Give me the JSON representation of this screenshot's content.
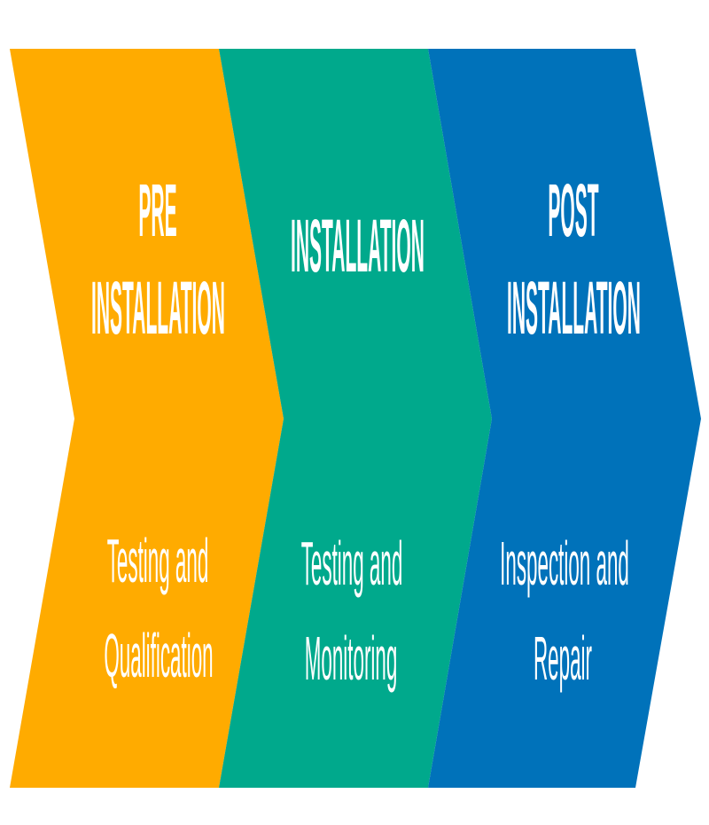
{
  "colors": {
    "pre": "#FFAB00",
    "install": "#00A98C",
    "post": "#0072BA"
  },
  "stages": [
    {
      "title_lines": [
        "PRE",
        "INSTALLATION"
      ],
      "desc_lines": [
        "Testing and",
        "Qualification"
      ]
    },
    {
      "title_lines": [
        "INSTALLATION"
      ],
      "desc_lines": [
        "Testing and",
        "Monitoring"
      ]
    },
    {
      "title_lines": [
        "POST",
        "INSTALLATION"
      ],
      "desc_lines": [
        "Inspection and",
        "Repair"
      ]
    }
  ]
}
